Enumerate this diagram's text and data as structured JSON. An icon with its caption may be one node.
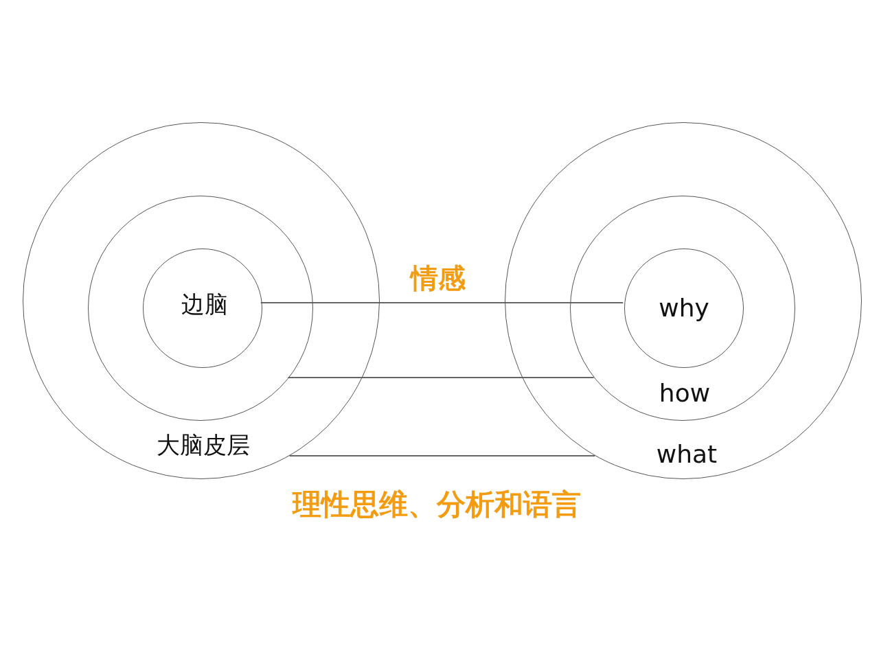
{
  "diagram": {
    "nodes": [
      {
        "text": [
          "大脑皮层"
        ]
      },
      {
        "text": [],
        "shape": "circle",
        "in": 0
      },
      {
        "text": [
          "边脑"
        ],
        "in": 1
      },
      {
        "text": [
          "what"
        ]
      },
      {
        "text": [
          "how"
        ],
        "in": 3
      },
      {
        "text": [
          "why"
        ],
        "in": 4
      }
    ],
    "edges": [
      {
        "from": 2,
        "to": 5,
        "arrow": "none"
      },
      {
        "from": 1,
        "to": 4,
        "arrow": "none"
      },
      {
        "from": 0,
        "to": 3,
        "arrow": "none"
      }
    ],
    "labels": [
      "情感",
      "理性思维、分析和语言"
    ]
  }
}
